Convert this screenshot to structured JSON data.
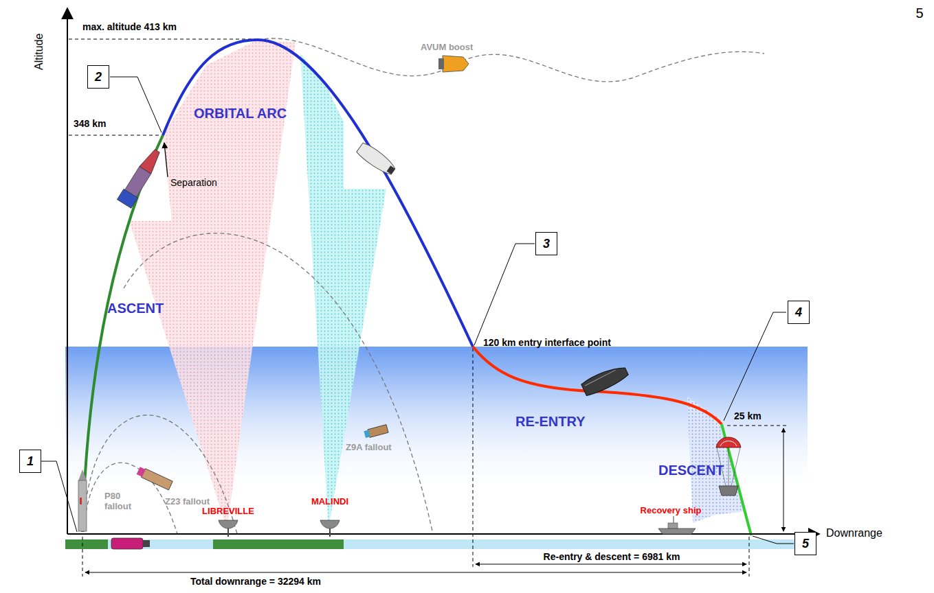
{
  "diagram": {
    "nodes": [
      {
        "text": [
          "1"
        ]
      },
      {
        "text": [
          "2"
        ]
      },
      {
        "text": [
          "3"
        ]
      },
      {
        "text": [
          "4"
        ]
      },
      {
        "text": [
          "5"
        ]
      }
    ],
    "labels": [
      "5",
      "Altitude",
      "max. altitude 413 km",
      "348 km",
      "Separation",
      "ORBITAL ARC",
      "AVUM boost",
      "ASCENT",
      "120 km entry interface point",
      "RE-ENTRY",
      "25 km",
      "DESCENT",
      "Z9A fallout",
      "P80 fallout",
      "Z23 fallout",
      "LIBREVILLE",
      "MALINDI",
      "Recovery ship",
      "Downrange",
      "Re-entry & descent = 6981 km",
      "Total downrange = 32294 km"
    ]
  }
}
